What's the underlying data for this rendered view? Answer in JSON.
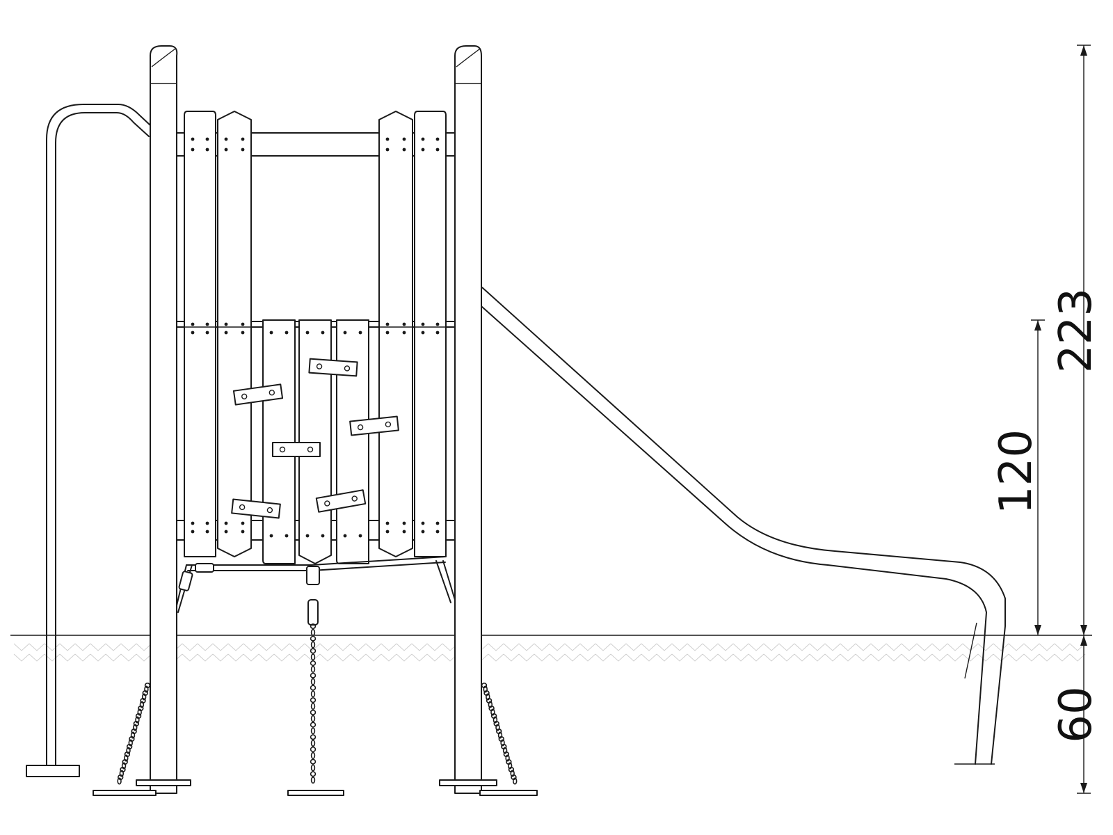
{
  "drawing": {
    "colors": {
      "line": "#1a1a1a",
      "ground_hatch": "#cfcfcf",
      "background": "#ffffff"
    },
    "dimensions": [
      {
        "id": "total-height",
        "label": "223"
      },
      {
        "id": "platform-height",
        "label": "120"
      },
      {
        "id": "foundation-depth",
        "label": "60"
      }
    ]
  }
}
